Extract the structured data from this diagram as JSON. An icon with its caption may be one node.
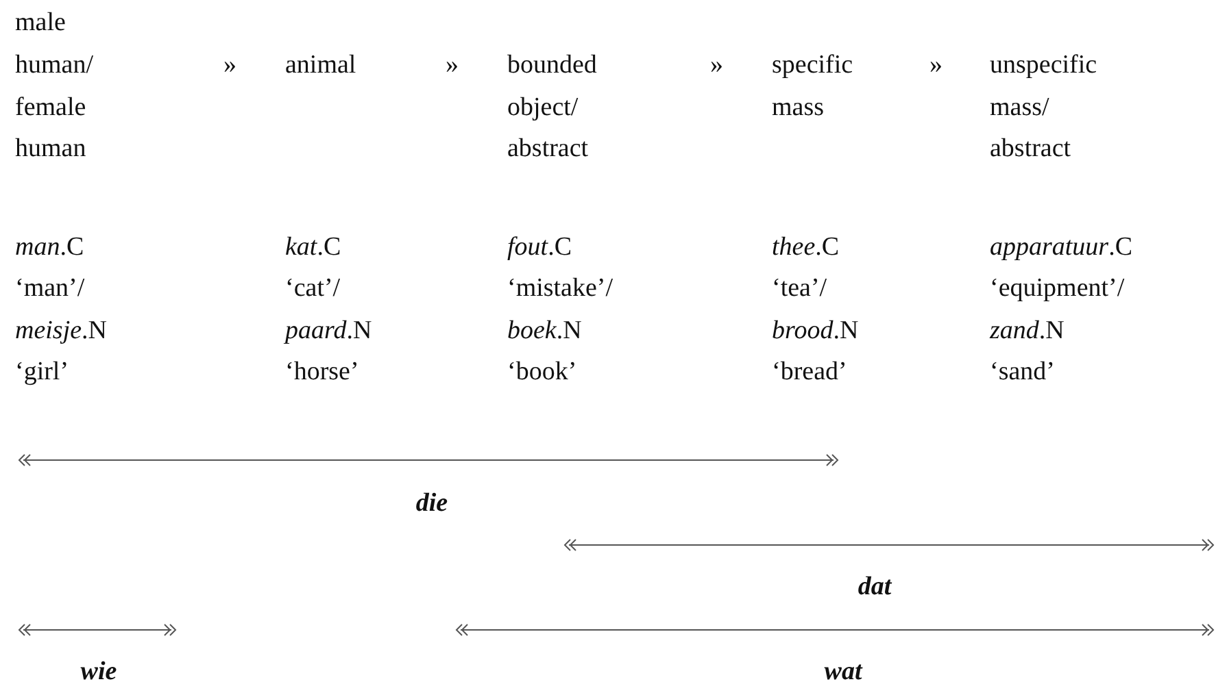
{
  "diagram": {
    "labels": [
      "male",
      "human/",
      "»",
      "animal",
      "»",
      "bounded",
      "»",
      "specific",
      "»",
      "unspecific",
      "female",
      "object/",
      "mass",
      "mass/",
      "human",
      "abstract",
      "abstract",
      "*man*.C",
      "*kat*.C",
      "*fout*.C",
      "*thee*.C",
      "*apparatuur*.C",
      "‘man’/",
      "‘cat’/",
      "‘mistake’/",
      "‘tea’/",
      "‘equipment’/",
      "*meisje*.N",
      "*paard*.N",
      "*boek*.N",
      "*brood*.N",
      "*zand*.N",
      "‘girl’",
      "‘horse’",
      "‘book’",
      "‘bread’",
      "‘sand’",
      "die",
      "dat",
      "wie",
      "wat"
    ]
  }
}
